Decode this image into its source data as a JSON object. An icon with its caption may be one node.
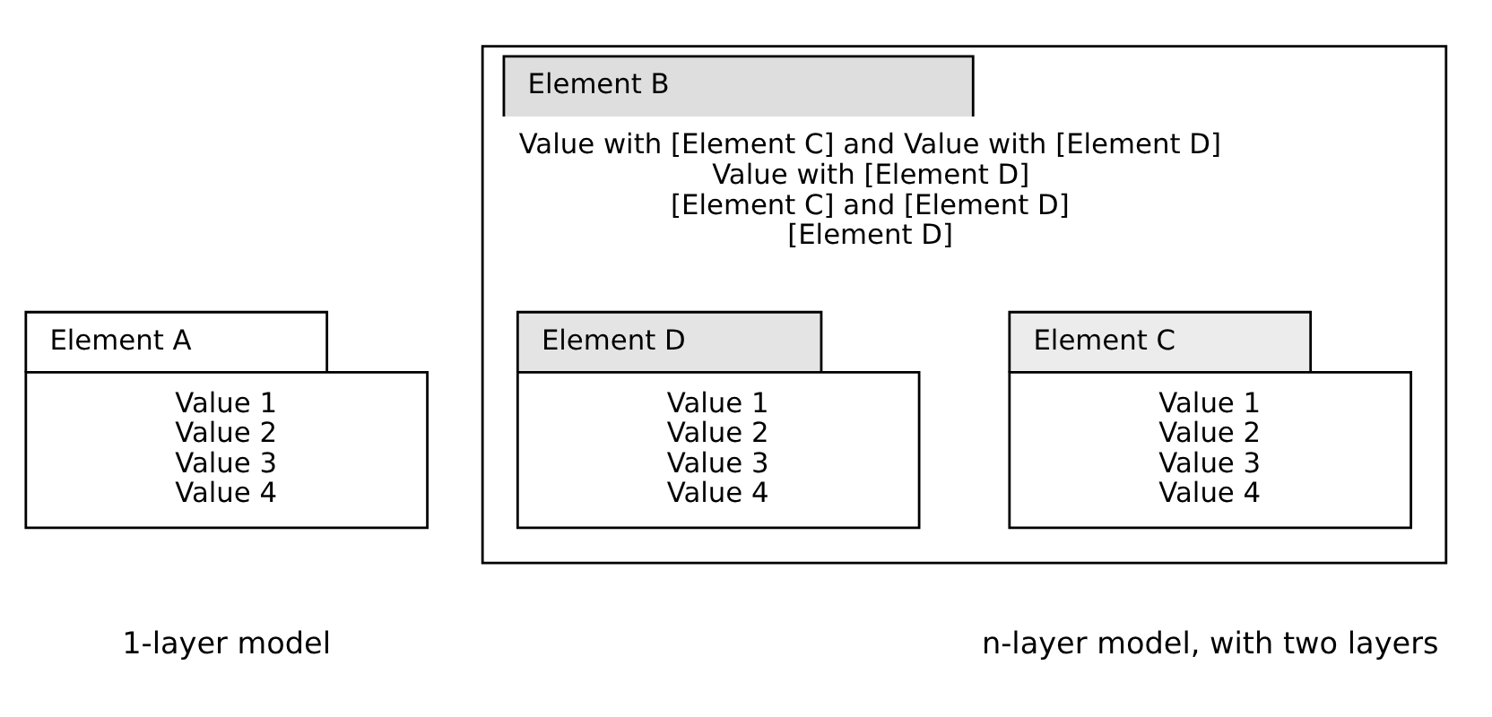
{
  "diagram": {
    "nodes": [
      {
        "text": [
          "Element A",
          "Value 1",
          "Value 2",
          "Value 3",
          "Value 4"
        ]
      },
      {
        "text": [
          "Element B",
          "Value with [Element C] and Value with [Element D]",
          "Value with [Element D]",
          "[Element C] and [Element D]",
          "[Element D]"
        ]
      },
      {
        "text": [
          "Element C",
          "Value 1",
          "Value 2",
          "Value 3",
          "Value 4"
        ],
        "in": 1
      },
      {
        "text": [
          "Element D",
          "Value 1",
          "Value 2",
          "Value 3",
          "Value 4"
        ],
        "in": 1
      }
    ],
    "edges": [],
    "labels": [
      "1-layer model",
      "n-layer model, with two layers"
    ]
  }
}
